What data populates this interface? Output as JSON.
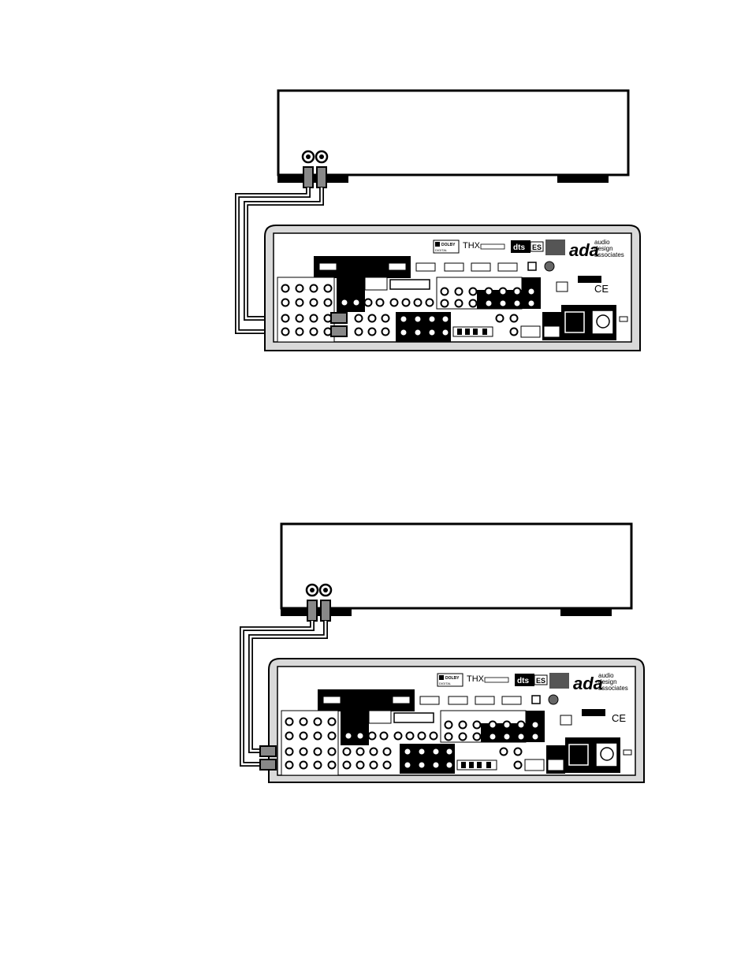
{
  "diagrams": [
    {
      "logo": {
        "mark": "ada",
        "line1": "audio",
        "line2": "design",
        "line3": "associates"
      },
      "badges": {
        "dolby": "DOLBY",
        "digital": "DIGITAL",
        "thx": "THX",
        "dts": "dts",
        "es": "ES",
        "ce": "CE"
      }
    },
    {
      "logo": {
        "mark": "ada",
        "line1": "audio",
        "line2": "design",
        "line3": "associates"
      },
      "badges": {
        "dolby": "DOLBY",
        "digital": "DIGITAL",
        "thx": "THX",
        "dts": "dts",
        "es": "ES",
        "ce": "CE"
      }
    }
  ]
}
